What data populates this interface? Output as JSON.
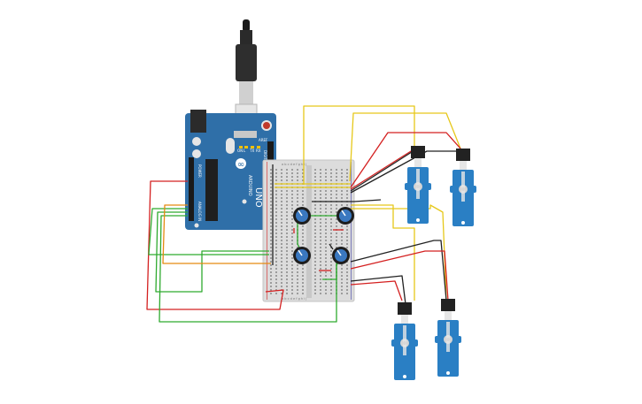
{
  "board": {
    "brand_text": "ARDUINO",
    "model_text": "UNO",
    "logo_text": "∞",
    "digital_label": "DIGITAL (PWM~)",
    "analog_label": "ANALOG IN",
    "power_label": "POWER",
    "on_label": "ON",
    "tx_label": "TX",
    "rx_label": "RX",
    "l_label": "L",
    "aref_label": "AREF"
  },
  "breadboard": {
    "column_letters_top": "a b c d e   f g h i j",
    "column_letters_bottom": "a b c d e   f g h i j"
  },
  "colors": {
    "board": "#2f6fa8",
    "wire_red": "#d42020",
    "wire_yellow": "#e6c81a",
    "wire_green": "#2faa2f",
    "wire_orange": "#e58a12",
    "wire_black": "#222222",
    "servo_body": "#2a7fc4",
    "knob": "#3a78c0"
  },
  "components": {
    "potentiometer_count": 4,
    "servo_count": 4
  }
}
